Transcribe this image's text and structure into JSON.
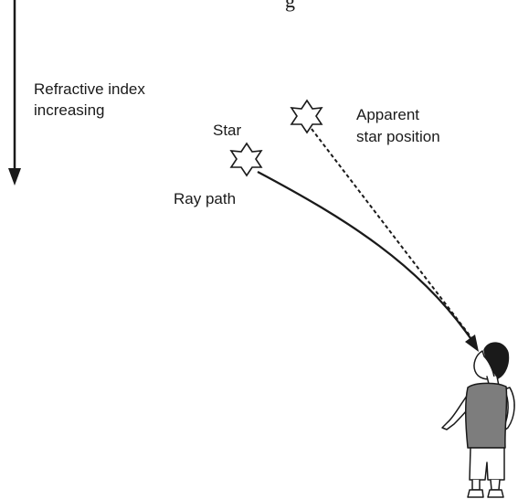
{
  "diagram": {
    "clipped_heading": "g",
    "arrow_label_line1": "Refractive index",
    "arrow_label_line2": "increasing",
    "star_label": "Star",
    "apparent_label_line1": "Apparent",
    "apparent_label_line2": "star position",
    "ray_label": "Ray path"
  },
  "colors": {
    "ink": "#1a1a1a",
    "shirt": "#7d7d7d",
    "background": "#ffffff"
  }
}
